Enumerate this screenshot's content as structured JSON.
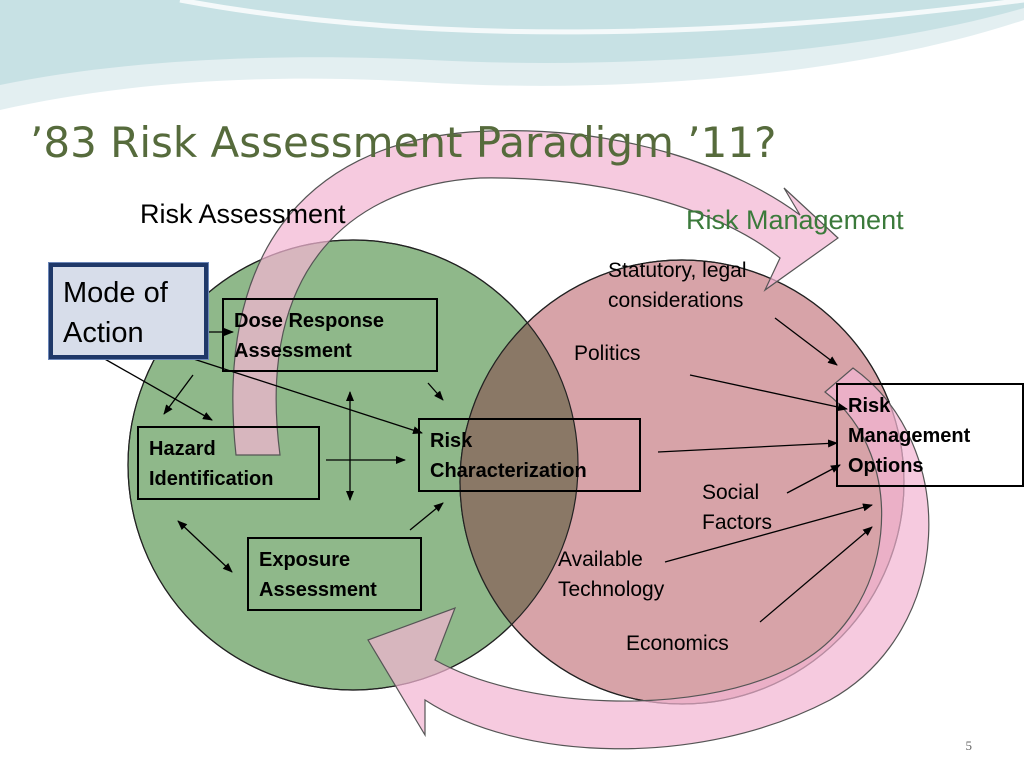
{
  "slide": {
    "title": "’83 Risk Assessment Paradigm ’11?",
    "page_number": "5"
  },
  "regions": {
    "assessment_label": "Risk Assessment",
    "management_label": "Risk Management"
  },
  "nodes": {
    "mode_of_action": [
      "Mode of",
      "Action"
    ],
    "dose_response": [
      "Dose Response",
      "Assessment"
    ],
    "hazard_identification": [
      "Hazard",
      "Identification"
    ],
    "exposure_assessment": [
      "Exposure",
      "Assessment"
    ],
    "risk_characterization": [
      "Risk",
      "Characterization"
    ],
    "risk_management_options": [
      "Risk",
      "Management",
      "Options"
    ]
  },
  "factors": {
    "statutory": [
      "Statutory, legal",
      "considerations"
    ],
    "politics": "Politics",
    "social": [
      "Social",
      "Factors"
    ],
    "technology": [
      "Available",
      "Technology"
    ],
    "economics": "Economics"
  },
  "colors": {
    "title": "#566b3c",
    "assessment_circle": "#8fb88a",
    "management_circle": "#d7a3a8",
    "overlap": "#8a7866",
    "cycle_arrow": "#f2b6d2",
    "management_label": "#3b7a3b"
  }
}
